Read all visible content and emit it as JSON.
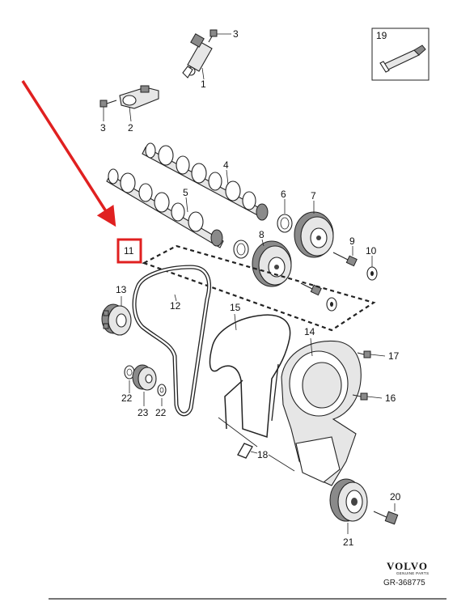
{
  "part_labels": [
    "1",
    "2",
    "3",
    "3",
    "4",
    "5",
    "6",
    "7",
    "8",
    "9",
    "10",
    "11",
    "12",
    "13",
    "14",
    "15",
    "16",
    "17",
    "18",
    "19",
    "20",
    "21",
    "22",
    "22",
    "23"
  ],
  "highlight": {
    "label": "11",
    "color": "#e02020"
  },
  "arrow": {
    "color": "#e02020"
  },
  "brand": {
    "name": "VOLVO",
    "tagline": "GENUINE PARTS"
  },
  "reference": "GR-368775"
}
